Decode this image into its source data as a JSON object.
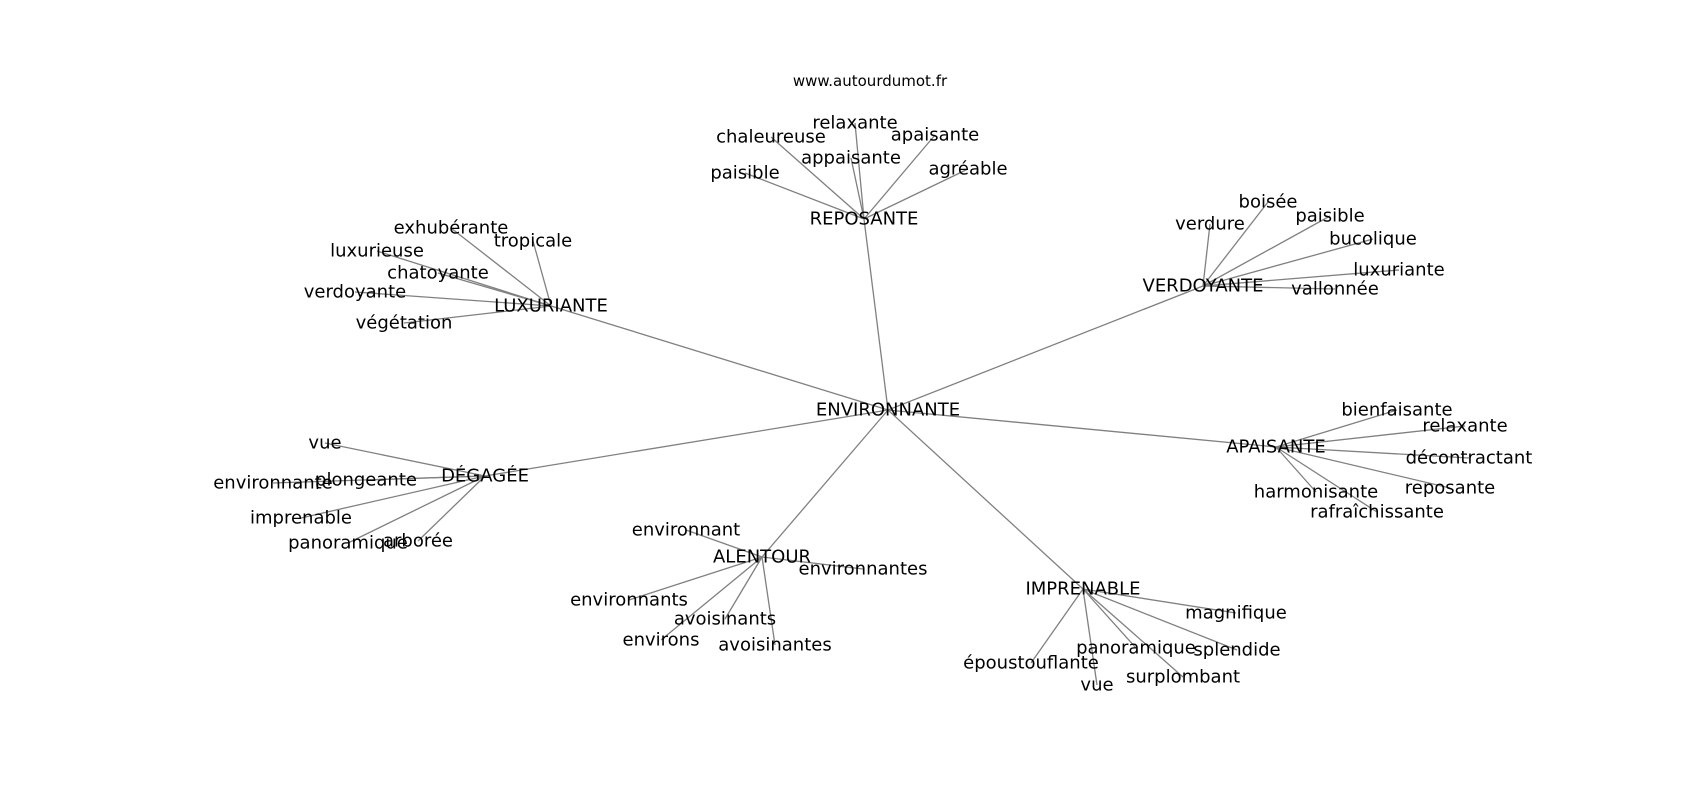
{
  "source_label": "www.autourdumot.fr",
  "colors": {
    "edge": "#808080",
    "text": "#000000",
    "background": "#ffffff"
  },
  "graph": {
    "center": "ENVIRONNANTE",
    "hubs": [
      {
        "id": "reposante",
        "label": "REPOSANTE",
        "leaves": [
          "relaxante",
          "chaleureuse",
          "apaisante",
          "appaisante",
          "paisible",
          "agréable"
        ]
      },
      {
        "id": "luxuriante",
        "label": "LUXURIANTE",
        "leaves": [
          "exhubérante",
          "tropicale",
          "luxurieuse",
          "chatoyante",
          "verdoyante",
          "végétation"
        ]
      },
      {
        "id": "verdoyante",
        "label": "VERDOYANTE",
        "leaves": [
          "boisée",
          "verdure",
          "paisible",
          "bucolique",
          "luxuriante",
          "vallonnée"
        ]
      },
      {
        "id": "apaisante",
        "label": "APAISANTE",
        "leaves": [
          "bienfaisante",
          "relaxante",
          "décontractant",
          "reposante",
          "harmonisante",
          "rafraîchissante"
        ]
      },
      {
        "id": "degagee",
        "label": "DÉGAGÉE",
        "leaves": [
          "vue",
          "environnante",
          "plongeante",
          "imprenable",
          "panoramique",
          "arborée"
        ]
      },
      {
        "id": "alentour",
        "label": "ALENTOUR",
        "leaves": [
          "environnant",
          "environnantes",
          "environnants",
          "avoisinants",
          "environs",
          "avoisinantes"
        ]
      },
      {
        "id": "imprenable",
        "label": "IMPRENABLE",
        "leaves": [
          "magnifique",
          "panoramique",
          "splendide",
          "époustouflante",
          "surplombant",
          "vue"
        ]
      }
    ]
  }
}
